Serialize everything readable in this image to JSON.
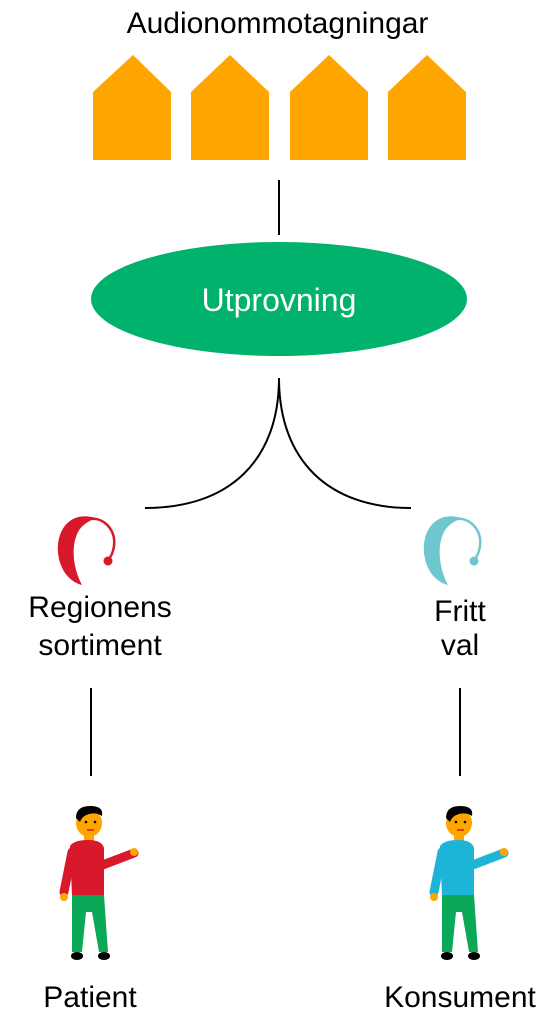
{
  "title": "Audionommotagningar",
  "center_node": "Utprovning",
  "left_branch": {
    "line1": "Regionens",
    "line2": "sortiment",
    "person_label": "Patient",
    "icon": "hearing-aid-icon",
    "person_icon": "person-icon"
  },
  "right_branch": {
    "line1": "Fritt",
    "line2": "val",
    "person_label": "Konsument",
    "icon": "hearing-aid-icon",
    "person_icon": "person-icon"
  },
  "clinic_count": 4,
  "colors": {
    "clinic": "#FFA500",
    "oval": "#00B26B",
    "oval_text": "#FFFFFF",
    "left_accent": "#D7192B",
    "right_accent": "#6EC6CF",
    "person_left_shirt": "#D7192B",
    "person_right_shirt": "#1EB4D8",
    "pants": "#0BA857",
    "skin": "#FFA500",
    "hair": "#000000",
    "line": "#000000"
  }
}
